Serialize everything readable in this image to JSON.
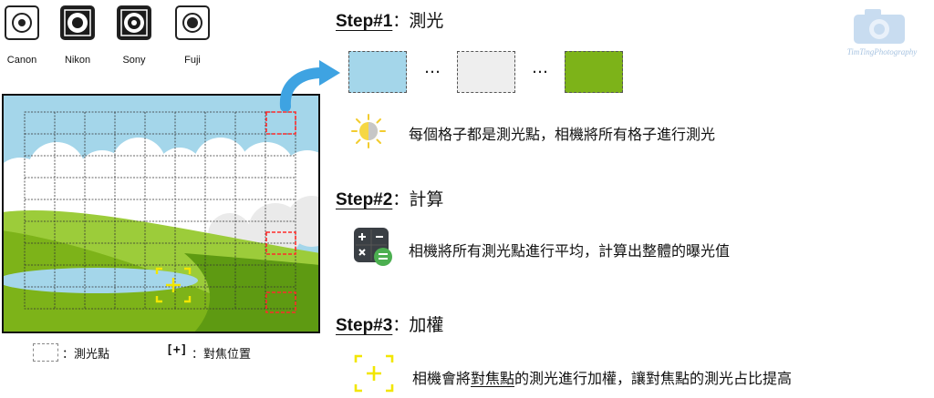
{
  "brands": [
    "Canon",
    "Nikon",
    "Sony",
    "Fuji"
  ],
  "watermark": "TimTingPhotography",
  "legend": {
    "metering_point": "：測光點",
    "focus_glyph": "[+]",
    "focus_position": "：對焦位置"
  },
  "steps": [
    {
      "title": "Step#1",
      "colon": "：",
      "name": "測光",
      "desc": "每個格子都是測光點，相機將所有格子進行測光"
    },
    {
      "title": "Step#2",
      "colon": "：",
      "name": "計算",
      "desc": "相機將所有測光點進行平均，計算出整體的曝光值"
    },
    {
      "title": "Step#3",
      "colon": "：",
      "name": "加權",
      "desc_pre": "相機會將",
      "desc_focus": "對焦點",
      "desc_post": "的測光進行加權，讓對焦點的測光占比提高"
    }
  ],
  "ellipsis": "…",
  "colors": {
    "sky": "#a4d6ea",
    "gray": "#eeeeee",
    "green": "#7db319",
    "arrow": "#3ea3e2",
    "highlight": "#ff2a2a",
    "focus": "#f2e600"
  }
}
